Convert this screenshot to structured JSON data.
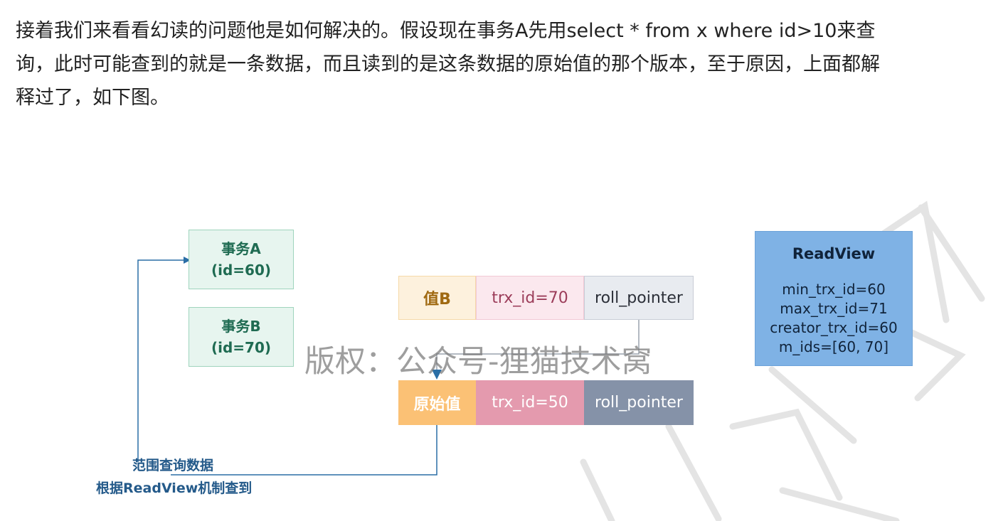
{
  "paragraph": {
    "line1": "接着我们来看看幻读的问题他是如何解决的。假设现在事务A先用select * from x where id>10来查",
    "line2": "询，此时可能查到的就是一条数据，而且读到的是这条数据的原始值的那个版本，至于原因，上面都解",
    "line3": "释过了，如下图。"
  },
  "diagram": {
    "tx_a": {
      "name": "事务A",
      "id": "(id=60)"
    },
    "tx_b": {
      "name": "事务B",
      "id": "(id=70)"
    },
    "row_b": {
      "value": "值B",
      "trx": "trx_id=70",
      "pointer": "roll_pointer"
    },
    "row_orig": {
      "value": "原始值",
      "trx": "trx_id=50",
      "pointer": "roll_pointer"
    },
    "readview": {
      "title": "ReadView",
      "min": "min_trx_id=60",
      "max": "max_trx_id=71",
      "creator": "creator_trx_id=60",
      "mids": "m_ids=[60, 70]"
    },
    "caption_line1": "范围查询数据",
    "caption_line2": "根据ReadView机制查到",
    "watermark": "版权：公众号-狸猫技术窝"
  },
  "colors": {
    "tx_fill": "#e7f5ef",
    "row_b_value": "#fdf1dd",
    "row_b_trx": "#fbe8ee",
    "row_b_pointer": "#e8ebf0",
    "row_orig_value": "#fbc175",
    "row_orig_trx": "#e49aae",
    "row_orig_pointer": "#8592a8",
    "readview": "#7fb2e5",
    "arrow": "#2a6ea6"
  }
}
